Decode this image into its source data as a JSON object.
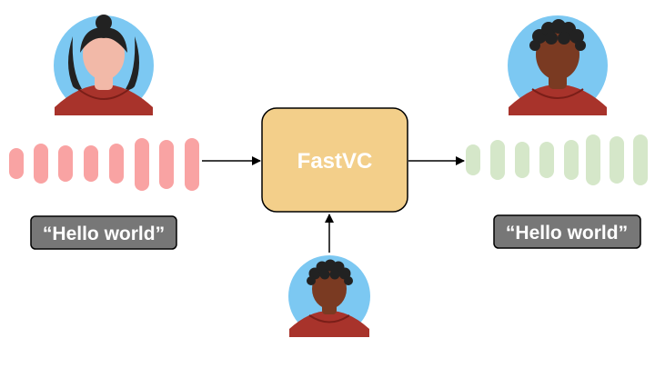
{
  "model": {
    "label": "FastVC"
  },
  "source_text": {
    "label": "“Hello world”"
  },
  "output_text": {
    "label": "“Hello world”"
  },
  "colors": {
    "model_fill": "#f3cf8a",
    "source_wave": "#f9a3a3",
    "output_wave": "#d5e7c9",
    "caption_fill": "#777777",
    "avatar_bg": "#7cc8f2",
    "shirt": "#a8332b",
    "skin_light": "#f2b9a8",
    "skin_dark": "#7a3a22",
    "hair": "#222222"
  },
  "icons": {
    "source_speaker": "woman-avatar-icon",
    "output_speaker": "man-avatar-icon",
    "reference_speaker": "man-avatar-icon"
  }
}
